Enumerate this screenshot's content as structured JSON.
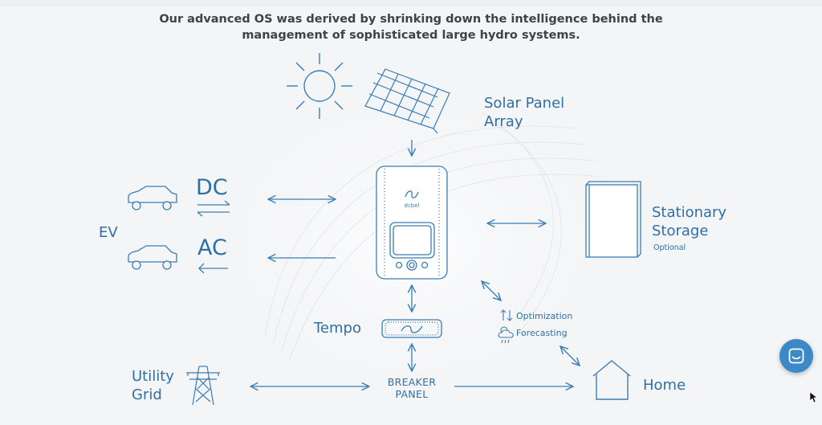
{
  "headline": "Our advanced OS was derived by shrinking down the intelligence behind the management of sophisticated large hydro systems.",
  "labels": {
    "solar_line1": "Solar Panel",
    "solar_line2": "Array",
    "dc": "DC",
    "ac": "AC",
    "ev": "EV",
    "stationary_line1": "Stationary",
    "stationary_line2": "Storage",
    "optional": "Optional",
    "tempo": "Tempo",
    "optimization": "Optimization",
    "forecasting": "Forecasting",
    "utility_line1": "Utility",
    "utility_line2": "Grid",
    "breaker_line1": "BREAKER",
    "breaker_line2": "PANEL",
    "home": "Home",
    "device_brand": "dcbel"
  },
  "colors": {
    "accent": "#2f6fa3",
    "line": "#3a7db5",
    "chat_button": "#3b89c6",
    "headline": "#3e4349"
  },
  "icons": [
    "sun-icon",
    "solar-panel-icon",
    "car-icon",
    "dcbel-station-icon",
    "battery-icon",
    "tempo-icon",
    "power-tower-icon",
    "home-icon",
    "optimization-icon",
    "weather-icon",
    "chat-icon",
    "mouse-cursor-icon"
  ]
}
